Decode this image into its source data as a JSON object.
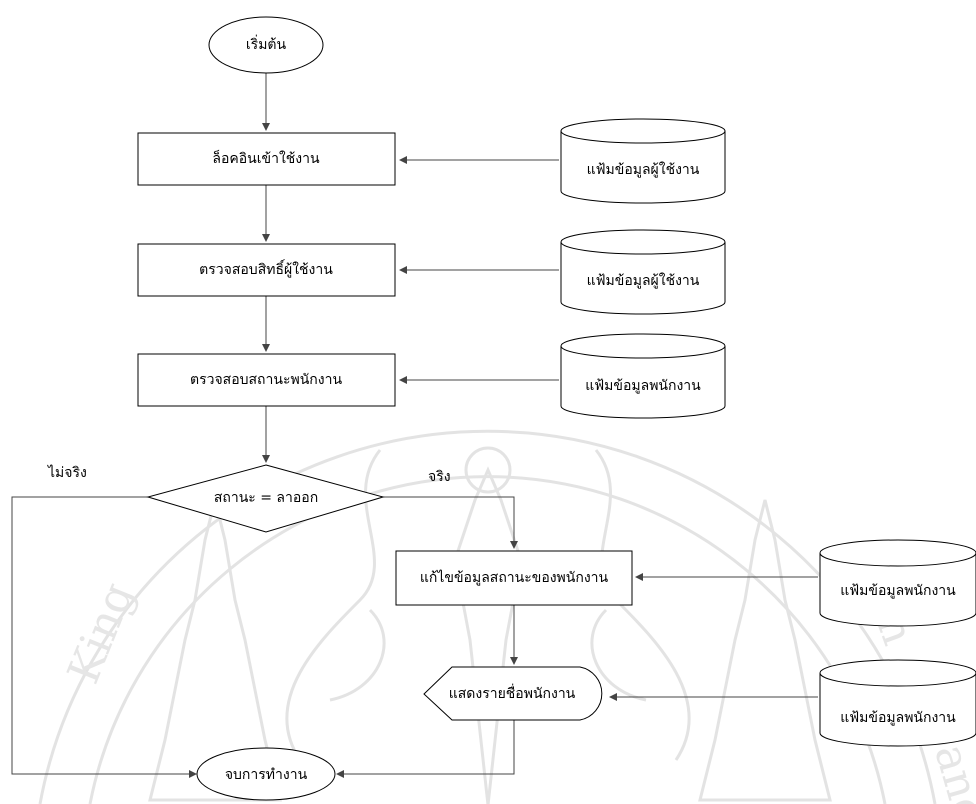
{
  "colors": {
    "stroke": "#000000",
    "arrow": "#444444",
    "fill": "#ffffff",
    "watermark": "#e3e3e3"
  },
  "nodes": {
    "start": "เริ่มต้น",
    "login": "ล็อคอินเข้าใช้งาน",
    "check_permission": "ตรวจสอบสิทธิ์ผู้ใช้งาน",
    "check_status": "ตรวจสอบสถานะพนักงาน",
    "decision": "สถานะ = ลาออก",
    "edit_status": "แก้ไขข้อมูลสถานะของพนักงาน",
    "display_list": "แสดงรายชื่อพนักงาน",
    "end": "จบการทำงาน"
  },
  "datastores": {
    "user_file_1": "แฟ้มข้อมูลผู้ใช้งาน",
    "user_file_2": "แฟ้มข้อมูลผู้ใช้งาน",
    "employee_file_1": "แฟ้มข้อมูลพนักงาน",
    "employee_file_2": "แฟ้มข้อมูลพนักงาน",
    "employee_file_3": "แฟ้มข้อมูลพนักงาน"
  },
  "edges": {
    "true_label": "จริง",
    "false_label": "ไม่จริง"
  },
  "watermark": {
    "text_left": "King",
    "text_right": "abang",
    "text_right2": "gn"
  }
}
